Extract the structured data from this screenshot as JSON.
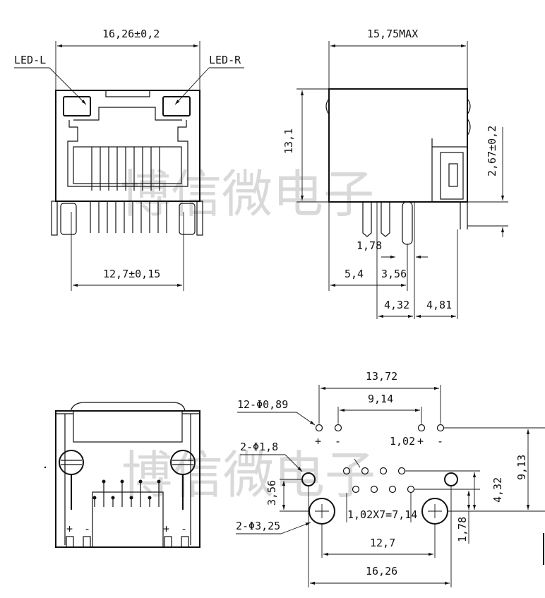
{
  "watermark": "博信微电子",
  "front_view": {
    "width_dim": "16,26±0,2",
    "led_left": "LED-L",
    "led_right": "LED-R",
    "pin_span_dim": "12,7±0,15"
  },
  "side_view": {
    "length_dim": "15,75MAX",
    "height_dim": "13,1",
    "led_dim": "2,67±0,2",
    "pin_dim_a": "1,78",
    "pin_dim_b": "5,4",
    "pin_dim_c": "3,56",
    "pin_dim_d": "4,32",
    "pin_dim_e": "4,81"
  },
  "bottom_view": {
    "plus": "+",
    "minus": "-"
  },
  "footprint": {
    "outer_span": "13,72",
    "inner_span": "9,14",
    "pin_holes": "12-Φ0,89",
    "led_pitch": "1,02",
    "peg_holes": "2-Φ1,8",
    "mount_holes": "2-Φ3,25",
    "row_pitch": "1,02X7=7,14",
    "mount_span": "12,7",
    "total_span": "16,26",
    "height_total": "9,13",
    "height_mid": "4,32",
    "height_low": "1,78",
    "peg_offset": "3,56",
    "plus": "+",
    "minus": "-"
  }
}
